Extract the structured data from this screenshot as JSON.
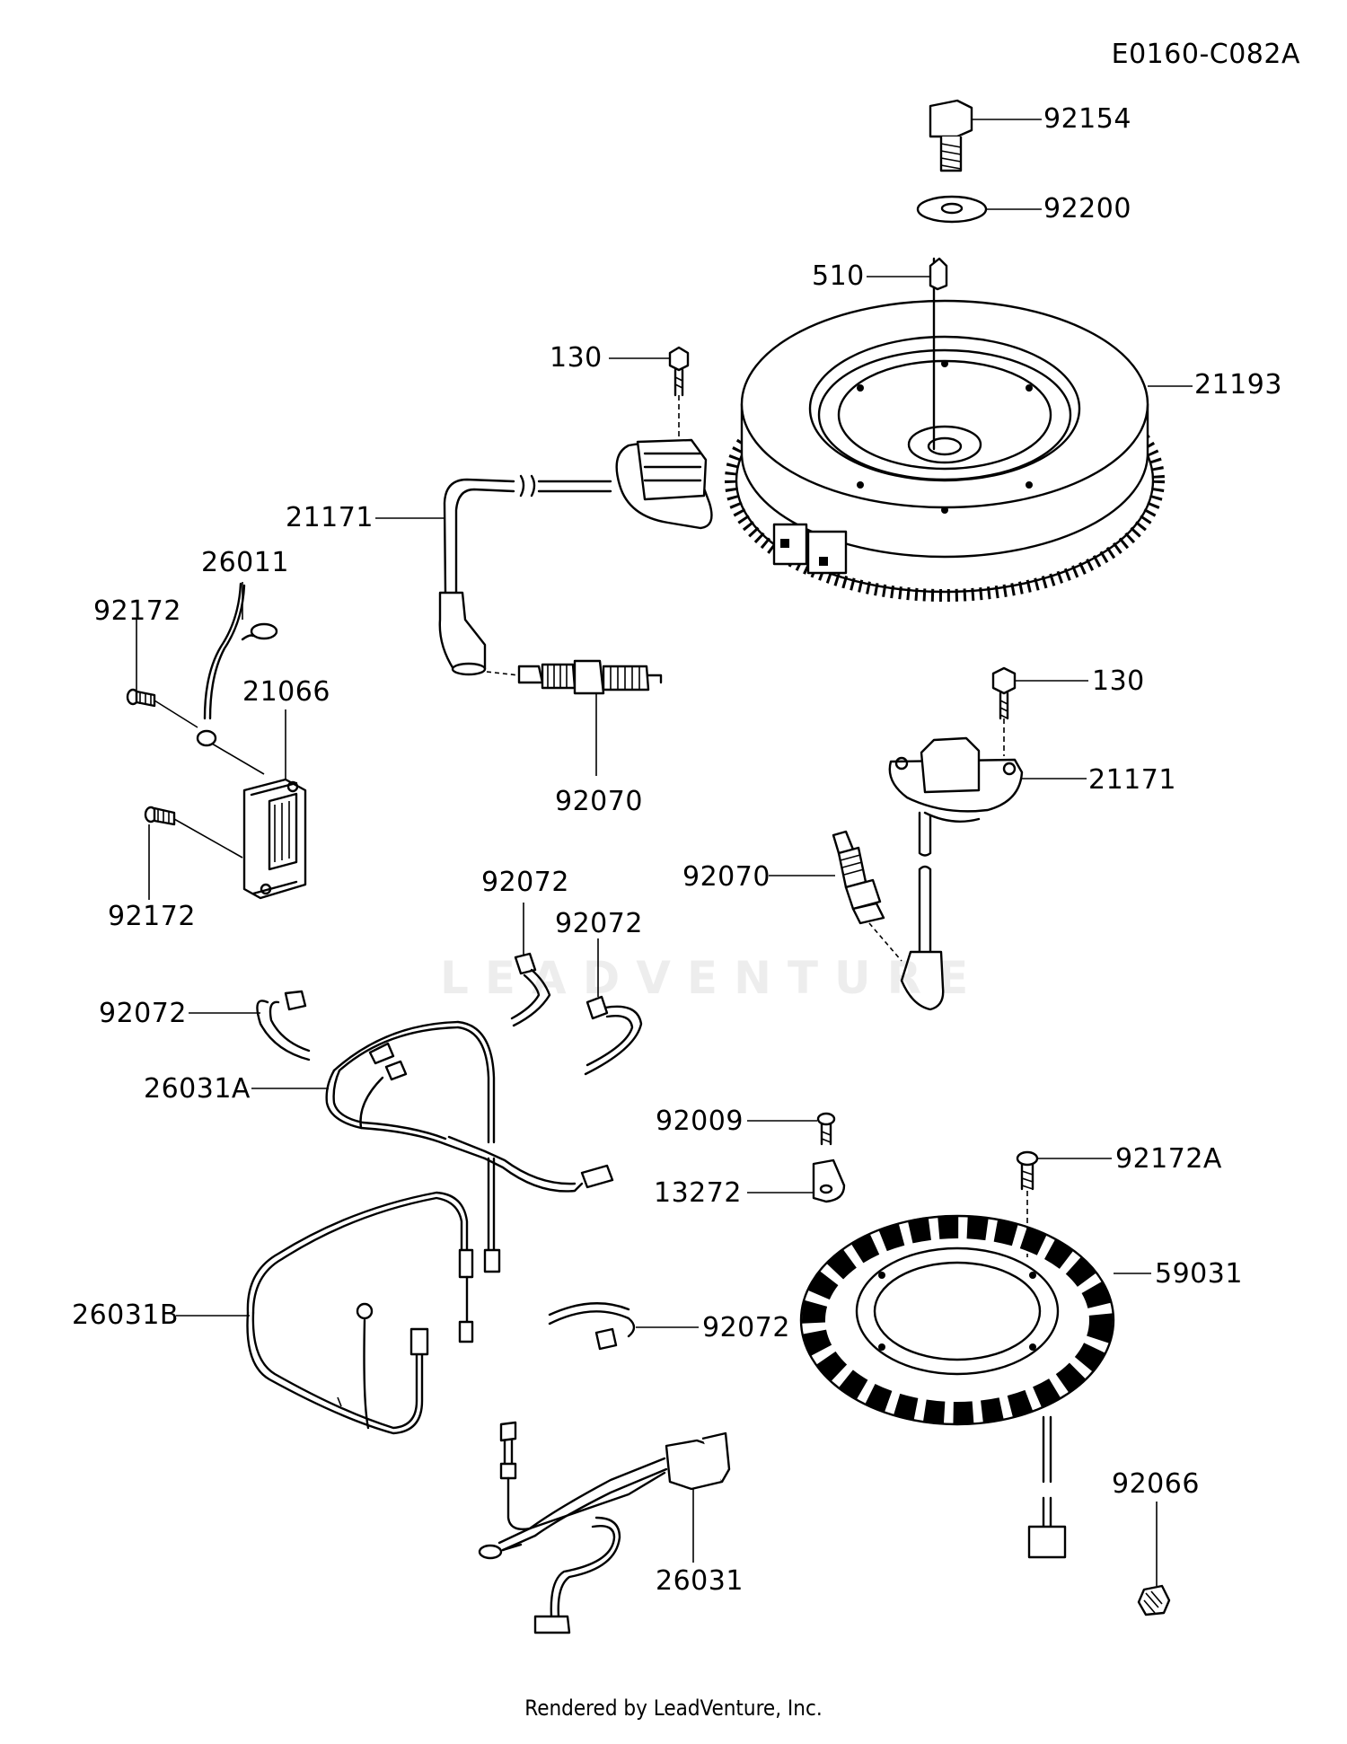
{
  "diagram_code": "E0160-C082A",
  "footer": "Rendered by LeadVenture, Inc.",
  "watermark": "LEADVENTURE",
  "callouts": {
    "bolt_top": "92154",
    "washer": "92200",
    "key": "510",
    "bolt_coil_upper": "130",
    "flywheel": "21193",
    "coil_upper": "21171",
    "lead_wire": "26011",
    "screw_regulator_upper": "92172",
    "regulator": "21066",
    "plug_upper": "92070",
    "screw_regulator_lower": "92172",
    "bolt_coil_lower": "130",
    "coil_lower": "21171",
    "plug_lower": "92070",
    "clamp_center": "92072",
    "clamp_right": "92072",
    "clamp_left": "92072",
    "harness_a": "26031A",
    "screw_plate": "92009",
    "plate": "13272",
    "screw_stator": "92172A",
    "stator": "59031",
    "harness_b": "26031B",
    "clamp_bottom": "92072",
    "nut": "92066",
    "harness_main": "26031"
  }
}
